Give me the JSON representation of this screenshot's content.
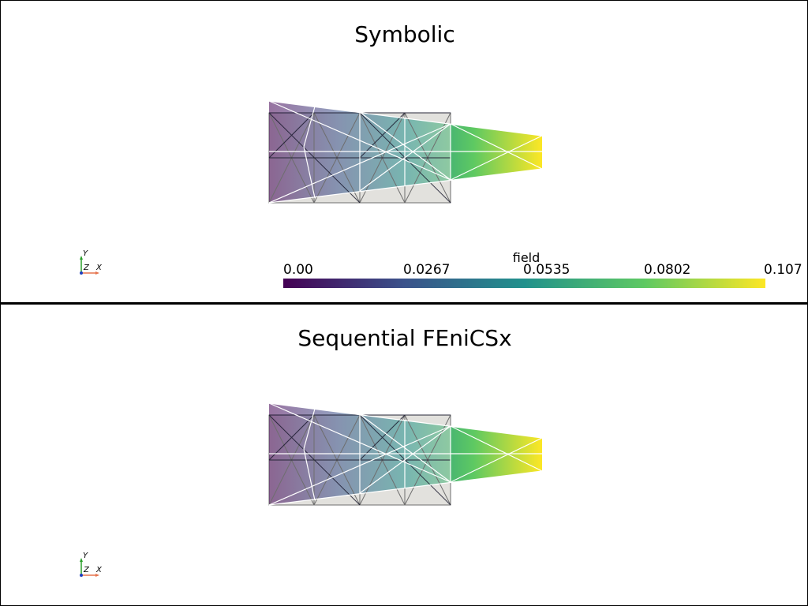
{
  "panels": [
    {
      "title": "Symbolic",
      "axes": {
        "x": "X",
        "y": "Y",
        "z": "Z"
      }
    },
    {
      "title": "Sequential FEniCSx",
      "axes": {
        "x": "X",
        "y": "Y",
        "z": "Z"
      }
    }
  ],
  "colorbar": {
    "title": "field",
    "ticks": [
      "0.00",
      "0.0267",
      "0.0535",
      "0.0802",
      "0.107"
    ],
    "range": [
      0.0,
      0.107
    ],
    "colormap": "viridis",
    "colors": [
      "#440154",
      "#3b528b",
      "#21918c",
      "#5ec962",
      "#fde725"
    ]
  },
  "colors": {
    "box_fill": "#e2e1dd",
    "box_edge": "#6e6e6e",
    "dark_line": "#1a1a2e",
    "white_line": "#ffffff"
  }
}
